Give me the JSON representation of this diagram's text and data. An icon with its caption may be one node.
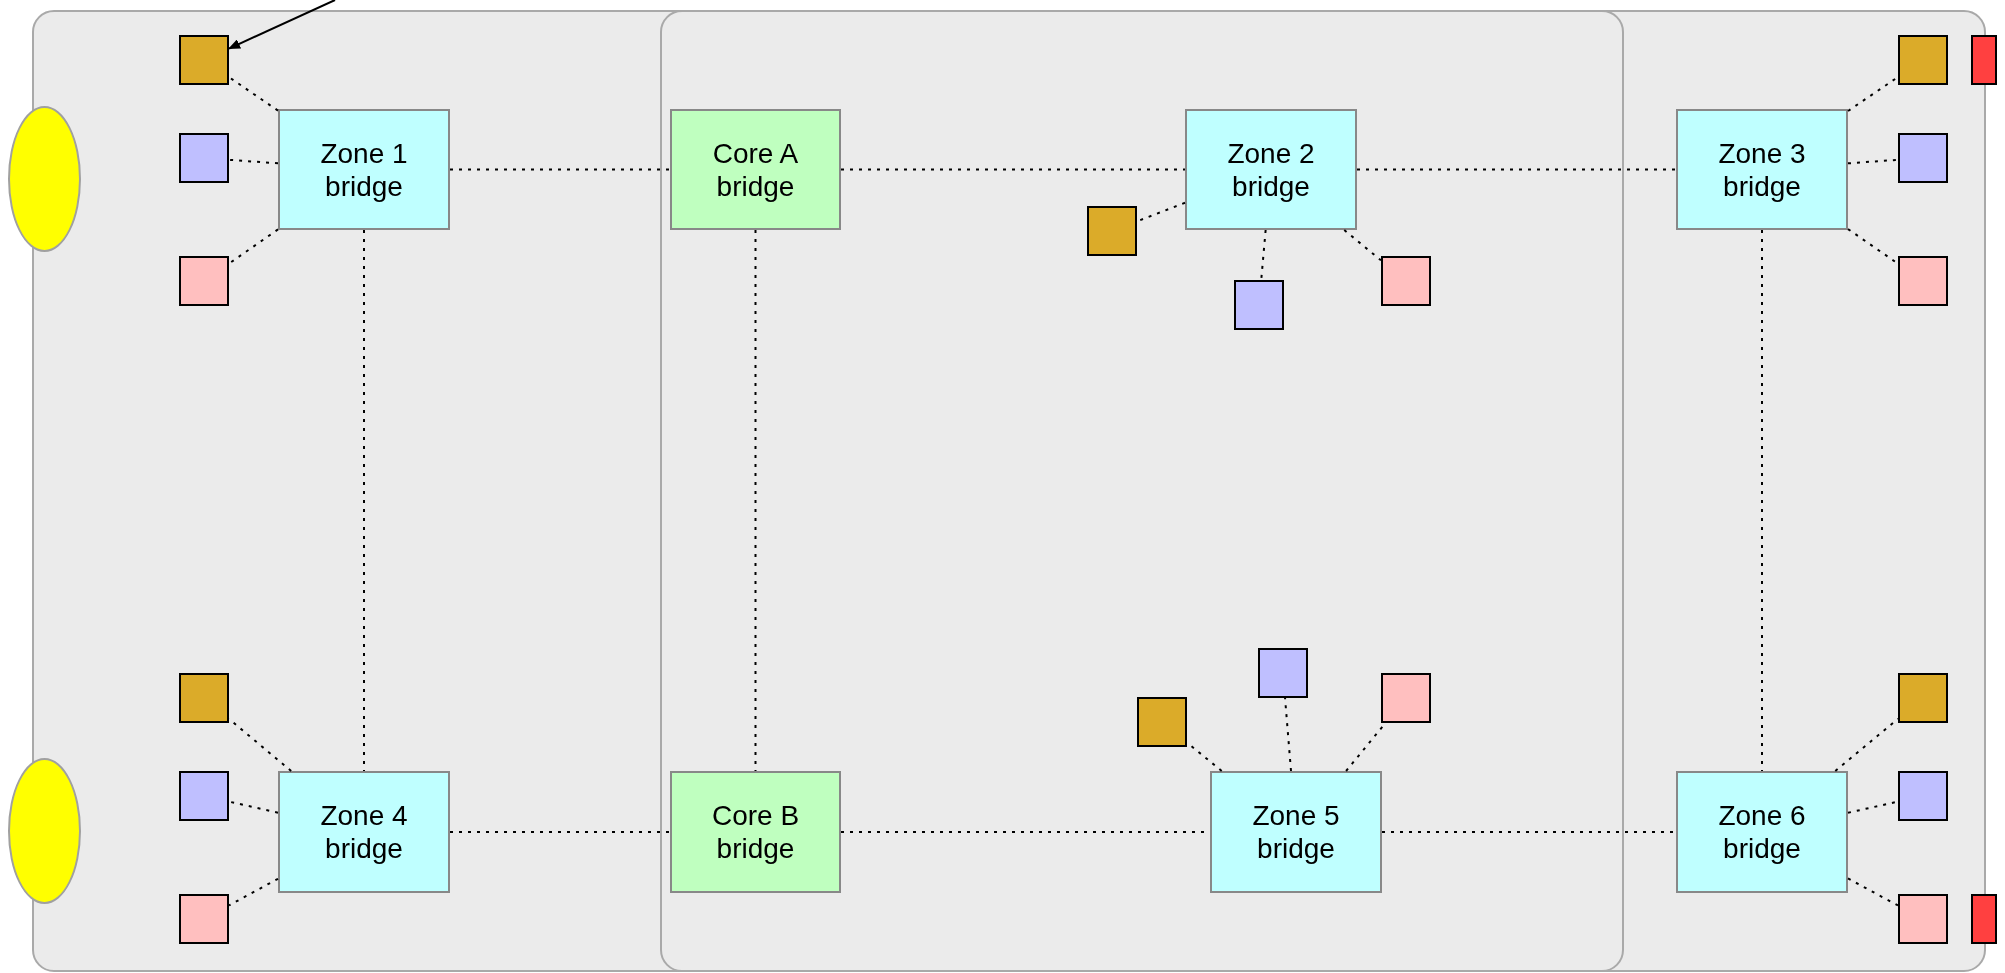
{
  "diagram": {
    "nodes": [
      {
        "text": [],
        "shape": "box"
      },
      {
        "text": [],
        "shape": "box",
        "in": 0
      },
      {
        "text": [],
        "shape": "ellipse"
      },
      {
        "text": [],
        "shape": "box",
        "in": 0
      },
      {
        "text": [],
        "shape": "box",
        "in": 0
      },
      {
        "text": [],
        "shape": "box",
        "in": 0
      },
      {
        "text": [
          "Zone 1 bridge"
        ],
        "in": 0
      },
      {
        "text": [
          "Core A bridge"
        ],
        "in": 1
      },
      {
        "text": [
          "Zone 2 bridge"
        ],
        "in": 1
      },
      {
        "text": [],
        "shape": "box",
        "in": 1
      },
      {
        "text": [],
        "shape": "box",
        "in": 1
      },
      {
        "text": [],
        "shape": "box",
        "in": 1
      },
      {
        "text": [
          "Zone 3 bridge"
        ],
        "in": 0
      },
      {
        "text": [],
        "shape": "box",
        "in": 0
      },
      {
        "text": [],
        "shape": "bar"
      },
      {
        "text": [],
        "shape": "box",
        "in": 0
      },
      {
        "text": [],
        "shape": "box",
        "in": 0
      },
      {
        "text": [],
        "shape": "ellipse"
      },
      {
        "text": [],
        "shape": "box",
        "in": 0
      },
      {
        "text": [],
        "shape": "box",
        "in": 0
      },
      {
        "text": [],
        "shape": "box",
        "in": 0
      },
      {
        "text": [
          "Zone 4 bridge"
        ],
        "in": 0
      },
      {
        "text": [
          "Core B bridge"
        ],
        "in": 1
      },
      {
        "text": [
          "Zone 5 bridge"
        ],
        "in": 1
      },
      {
        "text": [],
        "shape": "box",
        "in": 1
      },
      {
        "text": [],
        "shape": "box",
        "in": 1
      },
      {
        "text": [],
        "shape": "box",
        "in": 1
      },
      {
        "text": [
          "Zone 6 bridge"
        ],
        "in": 0
      },
      {
        "text": [],
        "shape": "box",
        "in": 0
      },
      {
        "text": [],
        "shape": "box",
        "in": 0
      },
      {
        "text": [],
        "shape": "box",
        "in": 0
      },
      {
        "text": [],
        "shape": "bar"
      }
    ],
    "edges": [
      {
        "from": null,
        "to": 3,
        "arrow": "to"
      },
      {
        "from": 6,
        "to": 3,
        "arrow": "none",
        "style": "dashed"
      },
      {
        "from": 6,
        "to": 4,
        "arrow": "none",
        "style": "dashed"
      },
      {
        "from": 6,
        "to": 5,
        "arrow": "none",
        "style": "dashed"
      },
      {
        "from": 6,
        "to": 7,
        "arrow": "none",
        "style": "dashed"
      },
      {
        "from": 7,
        "to": 8,
        "arrow": "none",
        "style": "dashed"
      },
      {
        "from": 8,
        "to": 12,
        "arrow": "none",
        "style": "dashed"
      },
      {
        "from": 8,
        "to": 9,
        "arrow": "none",
        "style": "dashed"
      },
      {
        "from": 8,
        "to": 10,
        "arrow": "none",
        "style": "dashed"
      },
      {
        "from": 8,
        "to": 11,
        "arrow": "none",
        "style": "dashed"
      },
      {
        "from": 12,
        "to": 13,
        "arrow": "none",
        "style": "dashed"
      },
      {
        "from": 12,
        "to": 15,
        "arrow": "none",
        "style": "dashed"
      },
      {
        "from": 12,
        "to": 16,
        "arrow": "none",
        "style": "dashed"
      },
      {
        "from": 6,
        "to": 21,
        "arrow": "none",
        "style": "dashed"
      },
      {
        "from": 7,
        "to": 22,
        "arrow": "none",
        "style": "dashed"
      },
      {
        "from": 12,
        "to": 27,
        "arrow": "none",
        "style": "dashed"
      },
      {
        "from": 21,
        "to": 18,
        "arrow": "none",
        "style": "dashed"
      },
      {
        "from": 21,
        "to": 19,
        "arrow": "none",
        "style": "dashed"
      },
      {
        "from": 21,
        "to": 20,
        "arrow": "none",
        "style": "dashed"
      },
      {
        "from": 21,
        "to": 22,
        "arrow": "none",
        "style": "dashed"
      },
      {
        "from": 22,
        "to": 23,
        "arrow": "none",
        "style": "dashed"
      },
      {
        "from": 23,
        "to": 27,
        "arrow": "none",
        "style": "dashed"
      },
      {
        "from": 23,
        "to": 24,
        "arrow": "none",
        "style": "dashed"
      },
      {
        "from": 23,
        "to": 25,
        "arrow": "none",
        "style": "dashed"
      },
      {
        "from": 23,
        "to": 26,
        "arrow": "none",
        "style": "dashed"
      },
      {
        "from": 27,
        "to": 28,
        "arrow": "none",
        "style": "dashed"
      },
      {
        "from": 27,
        "to": 29,
        "arrow": "none",
        "style": "dashed"
      },
      {
        "from": 27,
        "to": 30,
        "arrow": "none",
        "style": "dashed"
      }
    ]
  }
}
